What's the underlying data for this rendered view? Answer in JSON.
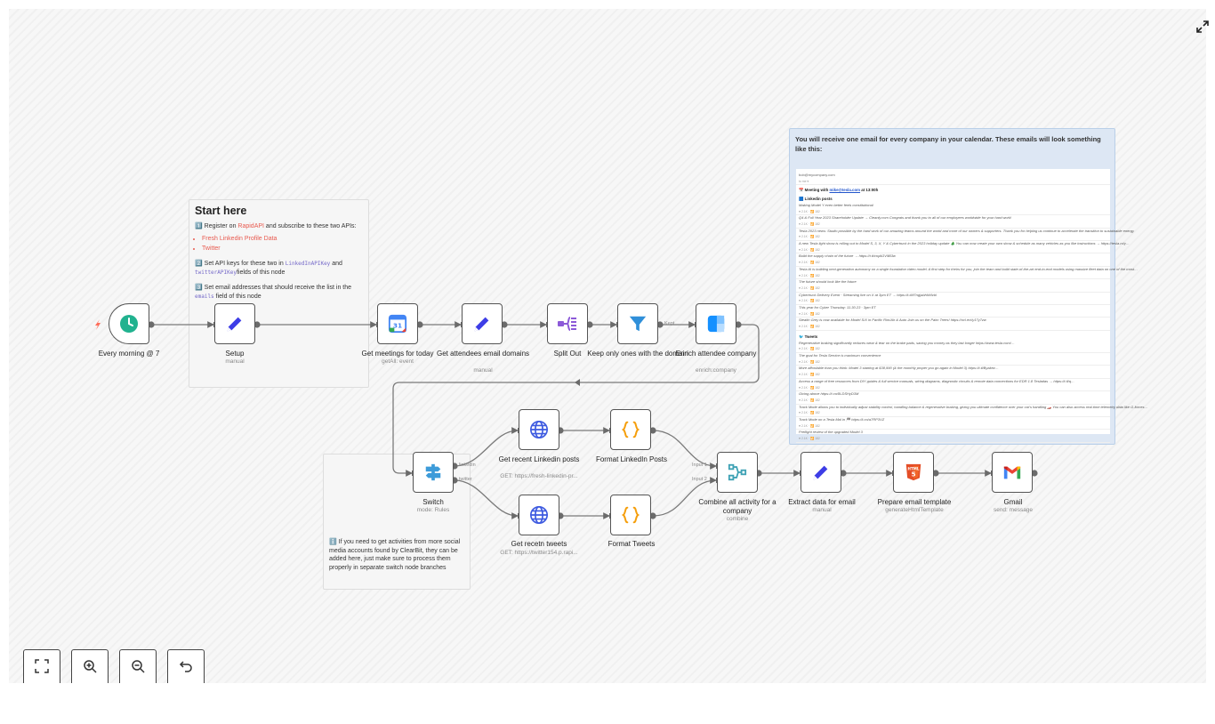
{
  "canvas": {
    "nodes": [
      {
        "id": "cron",
        "title": "Every morning @ 7",
        "subtitle": "",
        "icon": "clock-icon"
      },
      {
        "id": "setup",
        "title": "Setup",
        "subtitle": "manual",
        "icon": "pen-icon"
      },
      {
        "id": "meetings",
        "title": "Get meetings for today",
        "subtitle": "getAll: event",
        "icon": "google-calendar-icon"
      },
      {
        "id": "attendees",
        "title": "Get attendees email domains",
        "subtitle": "manual",
        "icon": "pen-icon"
      },
      {
        "id": "splitout",
        "title": "Split Out",
        "subtitle": "",
        "icon": "split-out-icon"
      },
      {
        "id": "filter",
        "title": "Keep only ones with the domain",
        "subtitle": "",
        "icon": "filter-icon"
      },
      {
        "id": "enrich",
        "title": "Enrich attendee company",
        "subtitle": "enrich:company",
        "icon": "clearbit-icon"
      },
      {
        "id": "switch",
        "title": "Switch",
        "subtitle": "mode: Rules",
        "icon": "switch-icon"
      },
      {
        "id": "linkedin",
        "title": "Get recent Linkedin posts",
        "subtitle": "GET: https://fresh-linkedin-pr...",
        "icon": "globe-icon"
      },
      {
        "id": "tweets",
        "title": "Get recetn tweets",
        "subtitle": "GET: https://twitter154.p.rapi...",
        "icon": "globe-icon"
      },
      {
        "id": "fmt_linkedin",
        "title": "Format LinkedIn Posts",
        "subtitle": "",
        "icon": "code-braces-icon"
      },
      {
        "id": "fmt_tweets",
        "title": "Format Tweets",
        "subtitle": "",
        "icon": "code-braces-icon"
      },
      {
        "id": "combine",
        "title": "Combine all activity for a company",
        "subtitle": "combine",
        "icon": "merge-icon"
      },
      {
        "id": "extract",
        "title": "Extract data for email",
        "subtitle": "manual",
        "icon": "pen-icon"
      },
      {
        "id": "template",
        "title": "Prepare email template",
        "subtitle": "generateHtmlTemplate",
        "icon": "html5-icon"
      },
      {
        "id": "gmail",
        "title": "Gmail",
        "subtitle": "send: message",
        "icon": "gmail-icon"
      }
    ],
    "handle_labels": {
      "kept": "Kept",
      "linkedin": "linkedin",
      "twitter": "twitter",
      "input1": "Input 1",
      "input2": "Input 2"
    },
    "colors": {
      "accent": "#ff6d5a",
      "pen": "#3d3de6",
      "clock": "#21b28f",
      "globe": "#3d5ae0",
      "code": "#f59e0b",
      "merge": "#3fa2b5",
      "filter": "#2f8fd9",
      "clearbit": "#1490ff",
      "split": "#8c5ad8"
    }
  },
  "sticky_start": {
    "title": "Start here",
    "step1_pre": "1️⃣ Register on ",
    "step1_link": "RapidAPI",
    "step1_post": " and subscribe to these two APIs:",
    "apis": [
      "Fresh Linkedin Profile Data",
      "Twitter"
    ],
    "step2_pre": "2️⃣ Set API keys for these two in ",
    "step2_code1": "LinkedInAPIKey",
    "step2_mid": " and ",
    "step2_code2": "twitterAPIKey",
    "step2_post": "fields of this node",
    "step3_pre": "3️⃣ Set email addresses that should receive the list in the ",
    "step3_code": "emails",
    "step3_post": " field of this node"
  },
  "sticky_social": {
    "text": "ℹ️ If you need to get activities from more social media accounts found by ClearBit, they can be added here, just make sure to process them properly in separate switch node branches"
  },
  "sticky_email": {
    "heading": "You will receive one email for every company in your calendar. These emails will look something like this:",
    "preview": {
      "from": "bob@mycompany.com",
      "to": "to me ▾",
      "meeting_pre": "📅 Meeting with ",
      "meeting_link": "mike@tesla.com",
      "meeting_post": " at 13:00h",
      "linkedin_header": "🟦 Linkedin posts",
      "linkedin_posts": [
        "Making Model Y even better feels constitutional",
        "Q4 & Full Year 2023 Shareholder Update → Cleanly.com     Congrats and thank you to all of our employees worldwide for your hard work!",
        "Tesla 2023 news: Studio possible by the hard work of our amazing teams around the world and more of our owners & supporters. Thank you for helping us continue to accelerate the transition to sustainable energy",
        "A new Tesla light show is rolling out to Model S, 3, X, Y & Cybertruck in the 2023 holiday update 🎄 You can now create your own show & schedule as many vehicles as you like instructions → https://tesla.m/y…",
        "Build the supply chain of the future → https://t.tl/crqAGV9B3w",
        "Tesla AI is building next-generation autonomy on a single foundation video model. A first step for theirs for you, join the team and build state-of-the-art end-to-end models using massive fleet data on one of the most…",
        "The future should look like the future",
        "Cybertruck Delivery Event · Streaming live on X at 3pm ET → https://t.tl/ll7ng|abHkMvbl",
        "This year for Cyber Thursday: 11.30.23 · 3pm ET",
        "Stealth Grey is now available for Model S/X in Pacific Rim/Air & Auto Join us on the Palm Trees! https://ocl.ecl/y17y7zw"
      ],
      "tweets_header": "🐦 Tweets",
      "tweets": [
        "Regenerative braking significantly reduces wear & tear on the brake pads, saving you money as they last longer https://www.tesla.com/…",
        "The goal for Tesla Service is maximum convenience",
        "More affordable than you think: Model 3 starting at $38,990 (& the monthly proper you go again in Model 3) https://t.tl/Byakez…",
        "Access a range of free resources from DIY guides & full service manuals, wiring diagrams, diagnostic circuits & remote data connections for EDR 1.8 Tesladas → https://t.tl/q…",
        "Giving above https://t.co/8LDSHyD3M",
        "Track Mode allows you to individually adjust stability control, handling balance & regenerative braking, giving you ultimate confidence over your car's handling 🏎️ You can also access real-time telemetry data like G-forces…",
        "Track Mode on a Tesla Mal in 🏁 https://t.co/a7RP3VZ",
        "Preflight review of the upgraded Model 3"
      ],
      "post_stats": "♥ 2.1K · 🔁 182"
    }
  },
  "controls": {
    "fit_view": "fit-view-icon",
    "zoom_in": "zoom-in-icon",
    "zoom_out": "zoom-out-icon",
    "reset": "reset-zoom-icon"
  }
}
